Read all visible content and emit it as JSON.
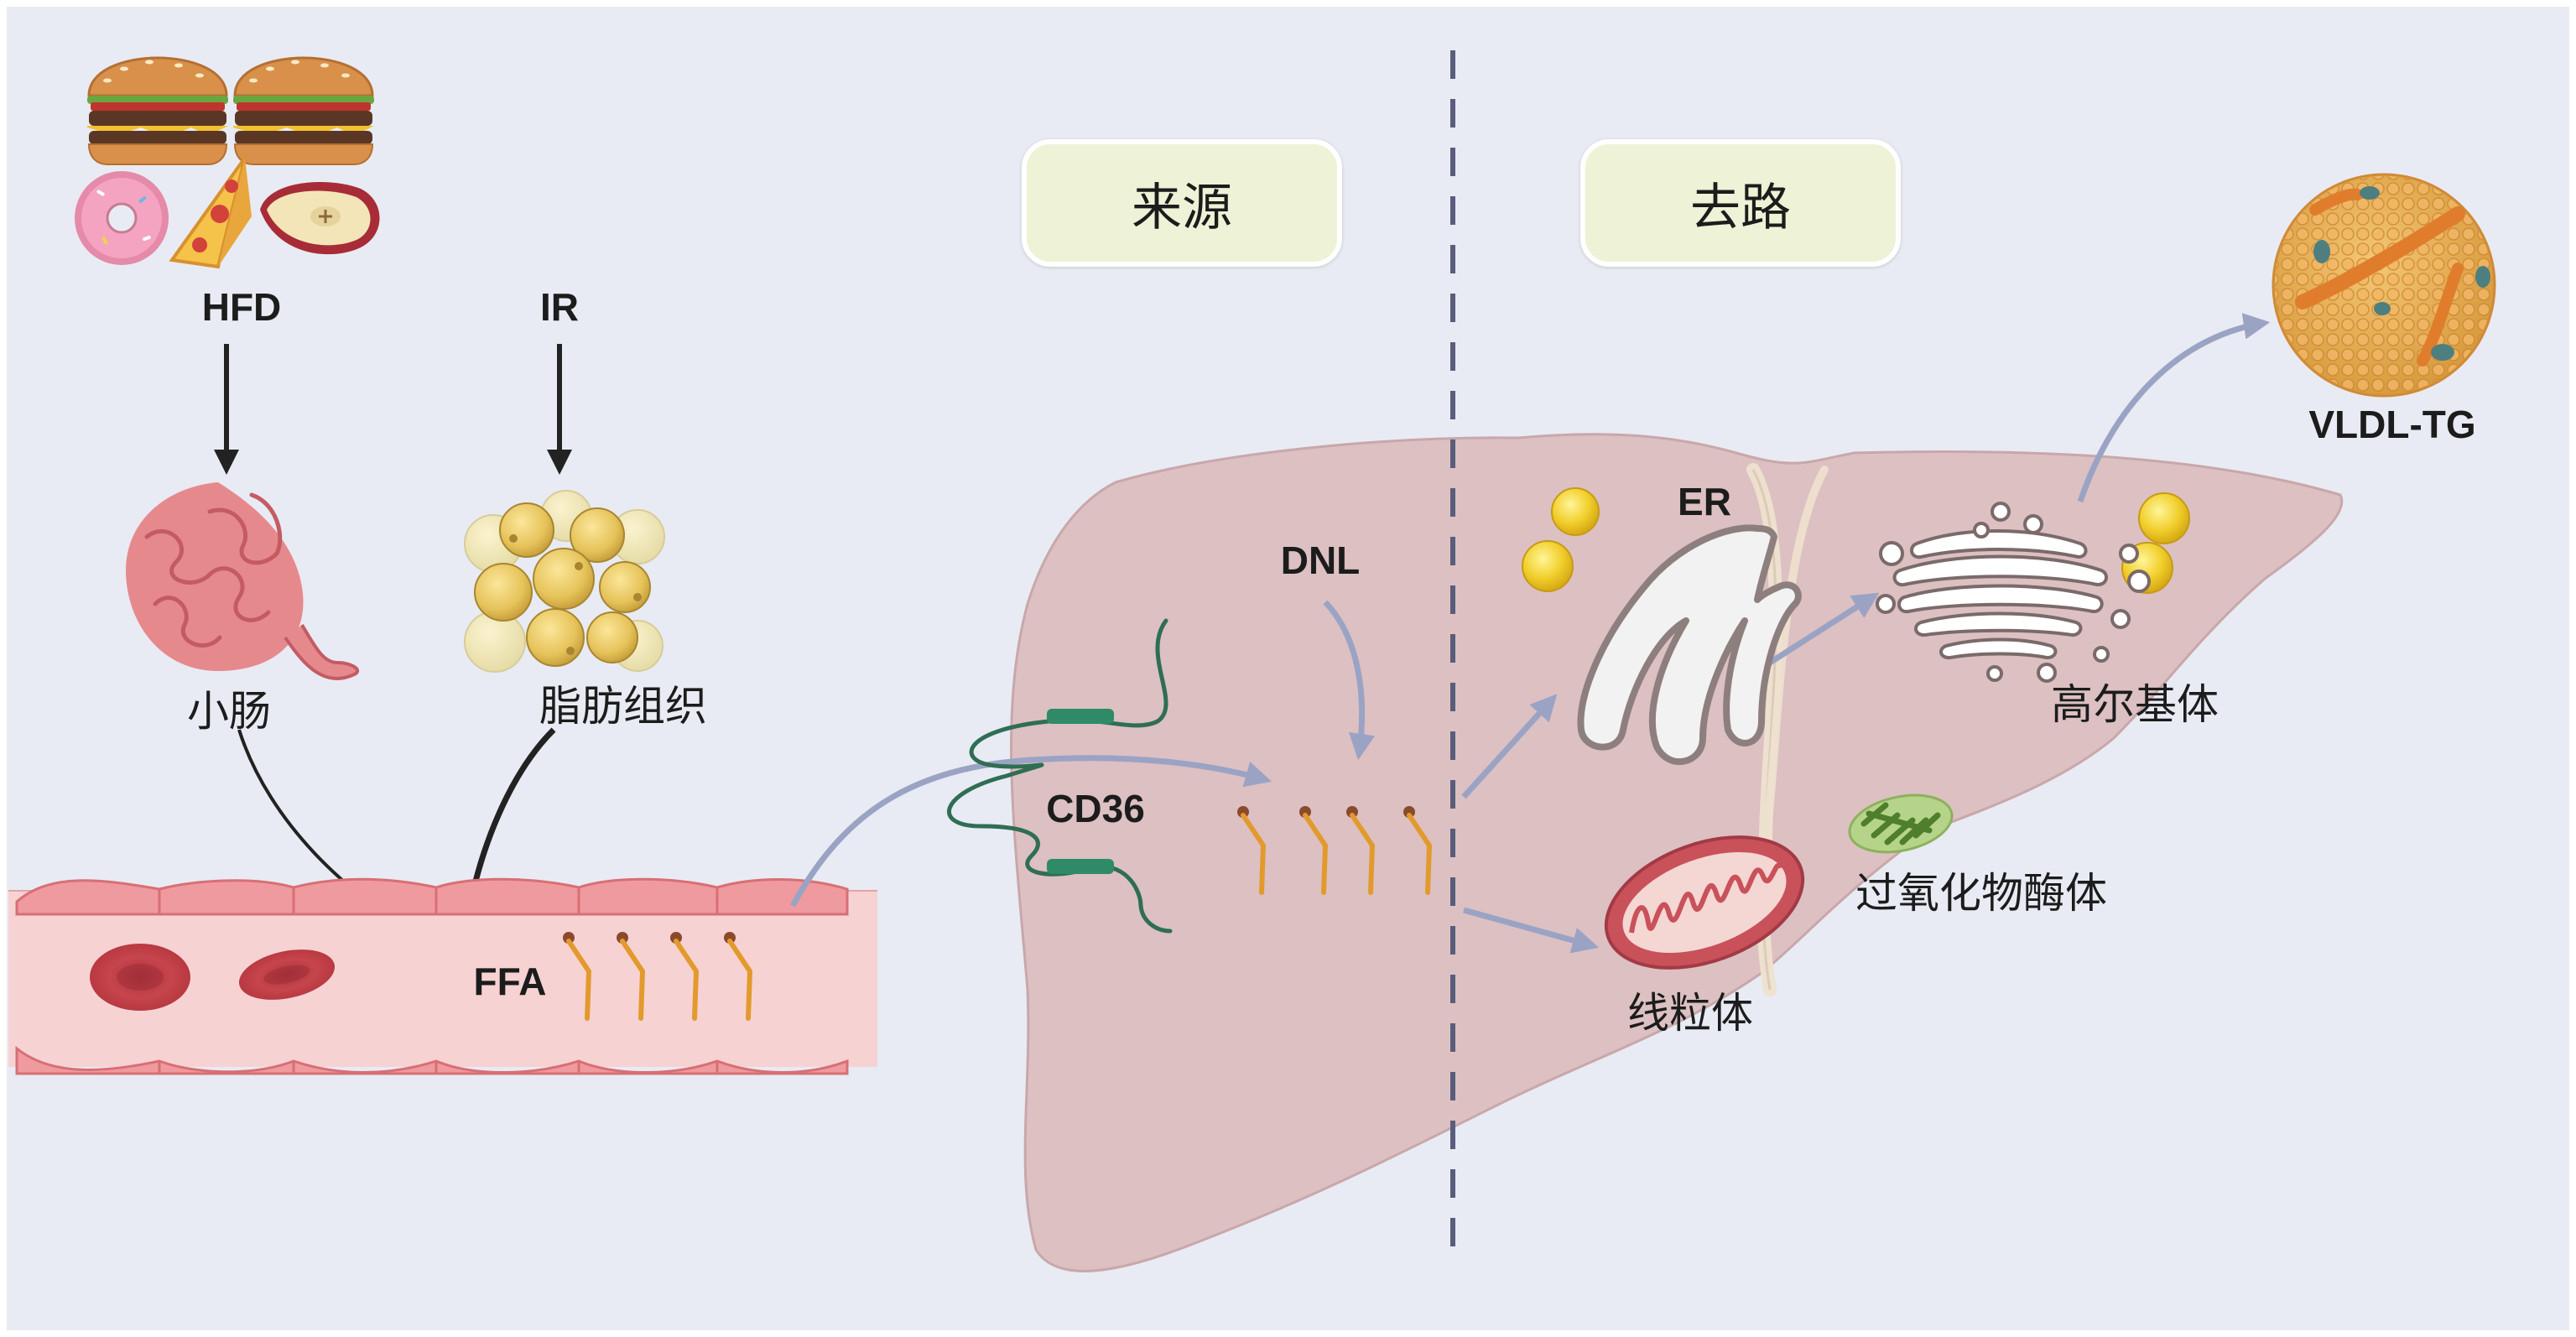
{
  "headers": {
    "source": "来源",
    "fate": "去路"
  },
  "labels": {
    "hfd": "HFD",
    "ir": "IR",
    "small_intestine": "小肠",
    "adipose_tissue": "脂肪组织",
    "ffa": "FFA",
    "cd36": "CD36",
    "dnl": "DNL",
    "er": "ER",
    "golgi": "高尔基体",
    "mitochondria": "线粒体",
    "peroxisome": "过氧化物酶体",
    "vldl_tg": "VLDL-TG"
  },
  "colors": {
    "background": "#e8ebf3",
    "liver": "#dcc0c2",
    "vessel": "#f6d3d4",
    "fatty_acid": "#e29a2c",
    "fatty_acid_head": "#8a4a2c",
    "arrow_black": "#222222",
    "arrow_gray": "#9ba3c4",
    "divider": "#5a5d7c",
    "header_fill": "#eef2d6"
  },
  "icons": [
    "burger-icon",
    "donut-icon",
    "pizza-icon",
    "apple-slice-icon",
    "intestine-icon",
    "adipocyte-cluster-icon",
    "red-blood-cell-icon",
    "fatty-acid-icon",
    "cd36-receptor-icon",
    "lipid-droplet-icon",
    "er-icon",
    "golgi-icon",
    "mitochondrion-icon",
    "peroxisome-icon",
    "vldl-particle-icon",
    "liver-icon"
  ]
}
